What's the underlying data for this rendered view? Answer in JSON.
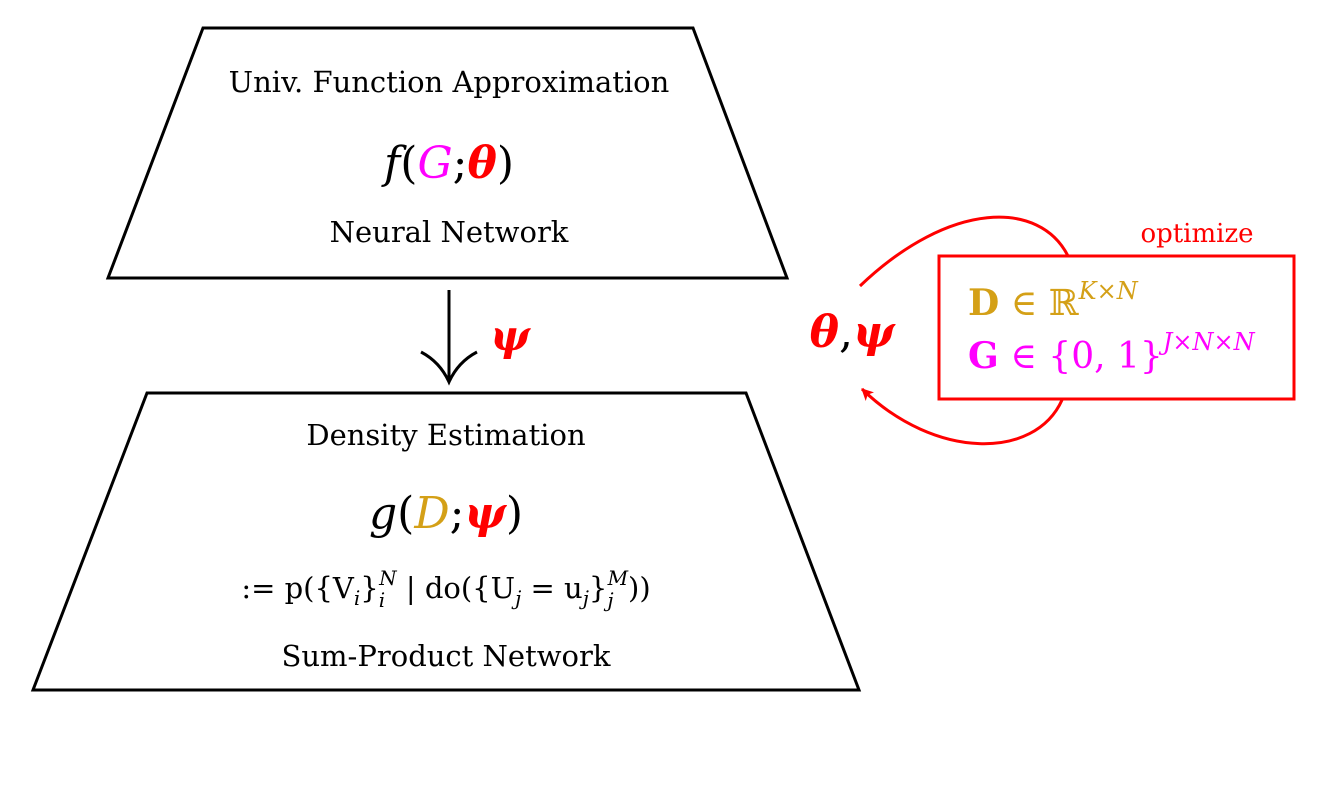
{
  "colors": {
    "stroke": "#000000",
    "magenta": "#ff00ff",
    "red": "#ff0000",
    "gold": "#d4a017"
  },
  "top_block": {
    "heading": "Univ. Function Approximation",
    "formula": {
      "fn": "f",
      "open": "(",
      "arg1": "G",
      "sep": ";",
      "arg2": "θ",
      "close": ")"
    },
    "caption": "Neural Network"
  },
  "arrow_down": {
    "label": "ψ"
  },
  "bottom_block": {
    "heading": "Density Estimation",
    "formula": {
      "fn": "g",
      "open": "(",
      "arg1": "D",
      "sep": ";",
      "arg2": "ψ",
      "close": ")"
    },
    "definition": {
      "p1": ":= p({V",
      "sub_i": "i",
      "p2": "}",
      "sub_i2": "i",
      "sup_N": "N",
      "p3": " | do({U",
      "sub_j": "j",
      "p4": " = u",
      "sub_j2": "j",
      "p5": "}",
      "sub_j3": "j",
      "sup_M": "M",
      "p6": "))"
    },
    "caption": "Sum-Product Network"
  },
  "params": {
    "theta": "θ",
    "comma": ",",
    "psi": "ψ"
  },
  "optimize": {
    "label": "optimize",
    "d_line": {
      "symbol": "D",
      "in": " ∈ ℝ",
      "sup": "K×N"
    },
    "g_line": {
      "symbol": "G",
      "in": " ∈ {0, 1}",
      "sup": "J×N×N"
    }
  }
}
